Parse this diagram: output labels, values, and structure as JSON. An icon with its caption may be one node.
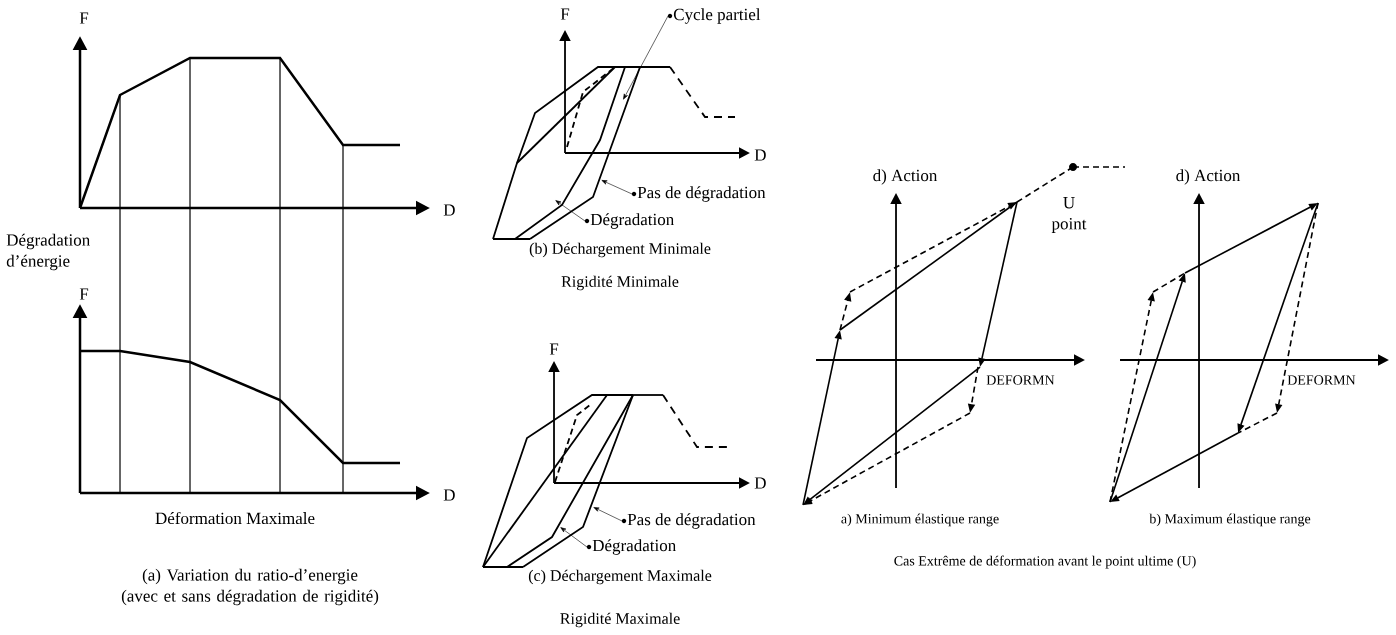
{
  "diagram": {
    "nodes": [
      {
        "text": [
          "Cycle partiel"
        ]
      },
      {
        "text": [
          "Pas de dégradation"
        ]
      },
      {
        "text": [
          "Dégradation"
        ]
      },
      {
        "text": [
          "Pas de dégradation"
        ]
      },
      {
        "text": [
          "Dégradation"
        ]
      }
    ],
    "edges": [
      {
        "from": 0,
        "to": null,
        "arrow": "to"
      },
      {
        "from": 1,
        "to": null,
        "arrow": "to"
      },
      {
        "from": 2,
        "to": null,
        "arrow": "to"
      },
      {
        "from": 3,
        "to": null,
        "arrow": "to"
      },
      {
        "from": 4,
        "to": null,
        "arrow": "to"
      }
    ],
    "labels": [
      "F",
      "D",
      "Dégradation d’énergie",
      "F",
      "D",
      "Déformation Maximale",
      "(a) Variation du ratio-d’energie (avec et sans dégradation de rigidité)",
      "F",
      "D",
      "(b) Déchargement Minimale",
      "Rigidité Minimale",
      "F",
      "D",
      "(c) Déchargement Maximale",
      "Rigidité Maximale",
      "d) Action",
      "U point",
      "DEFORMN",
      "a) Minimum élastique range",
      "Cas Extrême de déformation avant le point ultime (U)",
      "d) Action",
      "DEFORMN",
      "b) Maximum élastique range"
    ]
  }
}
